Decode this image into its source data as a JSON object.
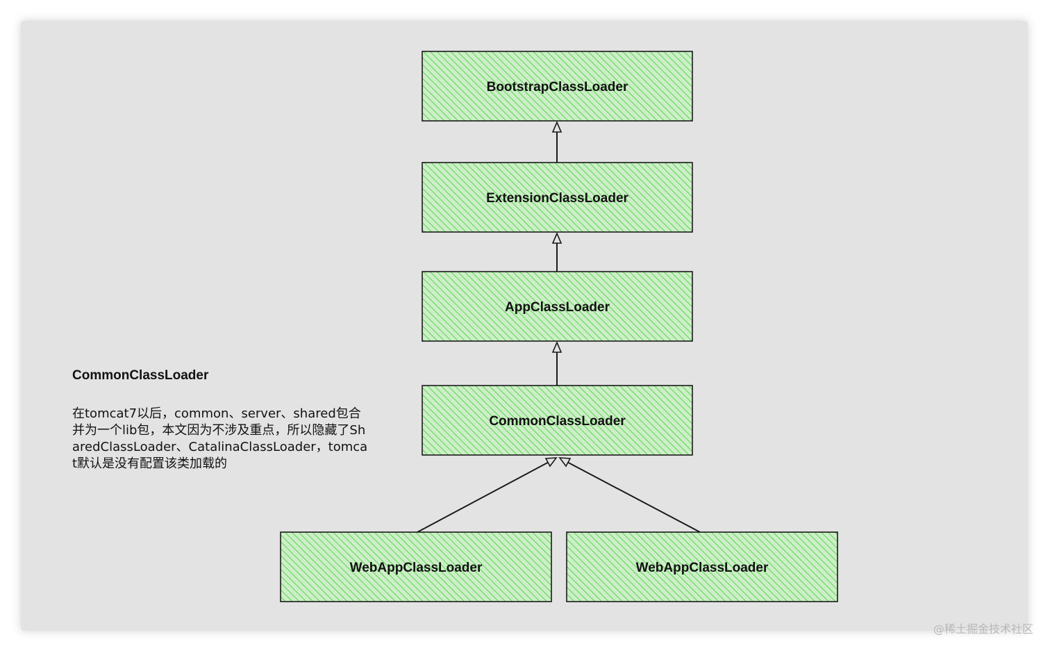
{
  "nodes": {
    "bootstrap": "BootstrapClassLoader",
    "extension": "ExtensionClassLoader",
    "app": "AppClassLoader",
    "common": "CommonClassLoader",
    "webapp_left": "WebAppClassLoader",
    "webapp_right": "WebAppClassLoader"
  },
  "note": {
    "title": "CommonClassLoader",
    "body": "在tomcat7以后，common、server、shared包合并为一个lib包，本文因为不涉及重点，所以隐藏了SharedClassLoader、CatalinaClassLoader，tomcat默认是没有配置该类加载的"
  },
  "watermark": "@稀土掘金技术社区",
  "colors": {
    "canvas_background": "#e3e3e3",
    "node_fill": "#c9f0c4",
    "hatch": "#3ad12c",
    "stroke": "#1a1a1a"
  }
}
